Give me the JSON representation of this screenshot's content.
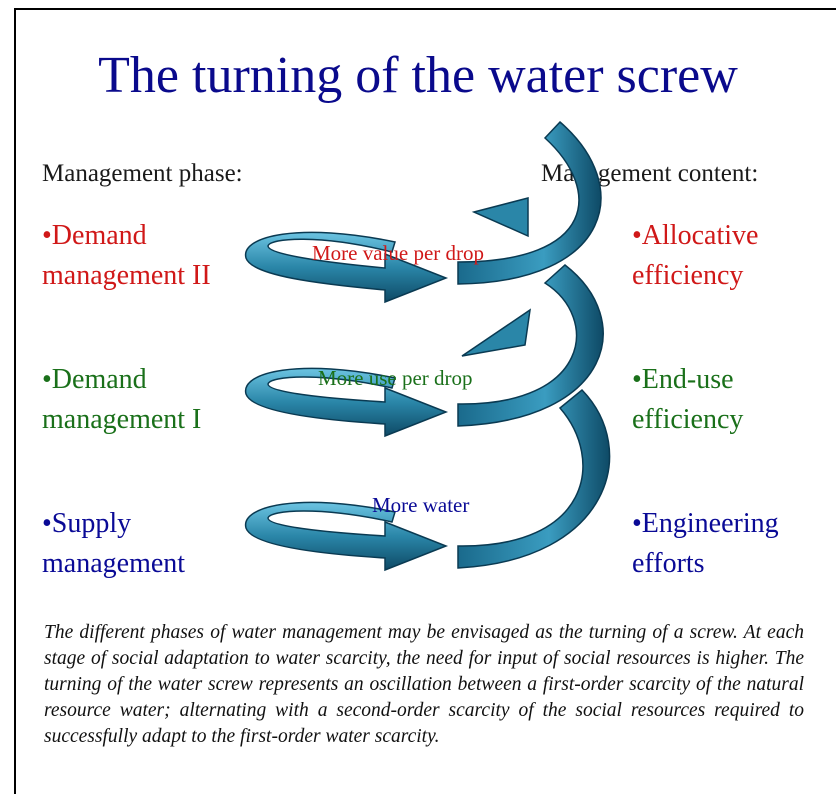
{
  "title": "The turning of the water screw",
  "headers": {
    "left": "Management phase:",
    "right": "Management content:"
  },
  "phases": [
    {
      "line1": "•Demand",
      "line2": "management II",
      "color": "#d01818"
    },
    {
      "line1": "•Demand",
      "line2": "management I",
      "color": "#1a701a"
    },
    {
      "line1": "•Supply",
      "line2": "management",
      "color": "#0a0a96"
    }
  ],
  "contents": [
    {
      "line1": "•Allocative",
      "line2": "efficiency",
      "color": "#d01818"
    },
    {
      "line1": "•End-use",
      "line2": "efficiency",
      "color": "#1a701a"
    },
    {
      "line1": "•Engineering",
      "line2": "efforts",
      "color": "#0a0a96"
    }
  ],
  "arrow_labels": [
    "More value per drop",
    "More use per drop",
    "More water"
  ],
  "arrow_color": "#2a86a8",
  "caption": "The different phases of water management may be envisaged as the turning of a screw. At each stage of social adaptation to water scarcity, the need for input of social resources is higher. The turning of the water screw represents an oscillation between a first-order scarcity of the natural resource water; alternating with a second-order scarcity of the social resources required to successfully adapt to the first-order water scarcity."
}
